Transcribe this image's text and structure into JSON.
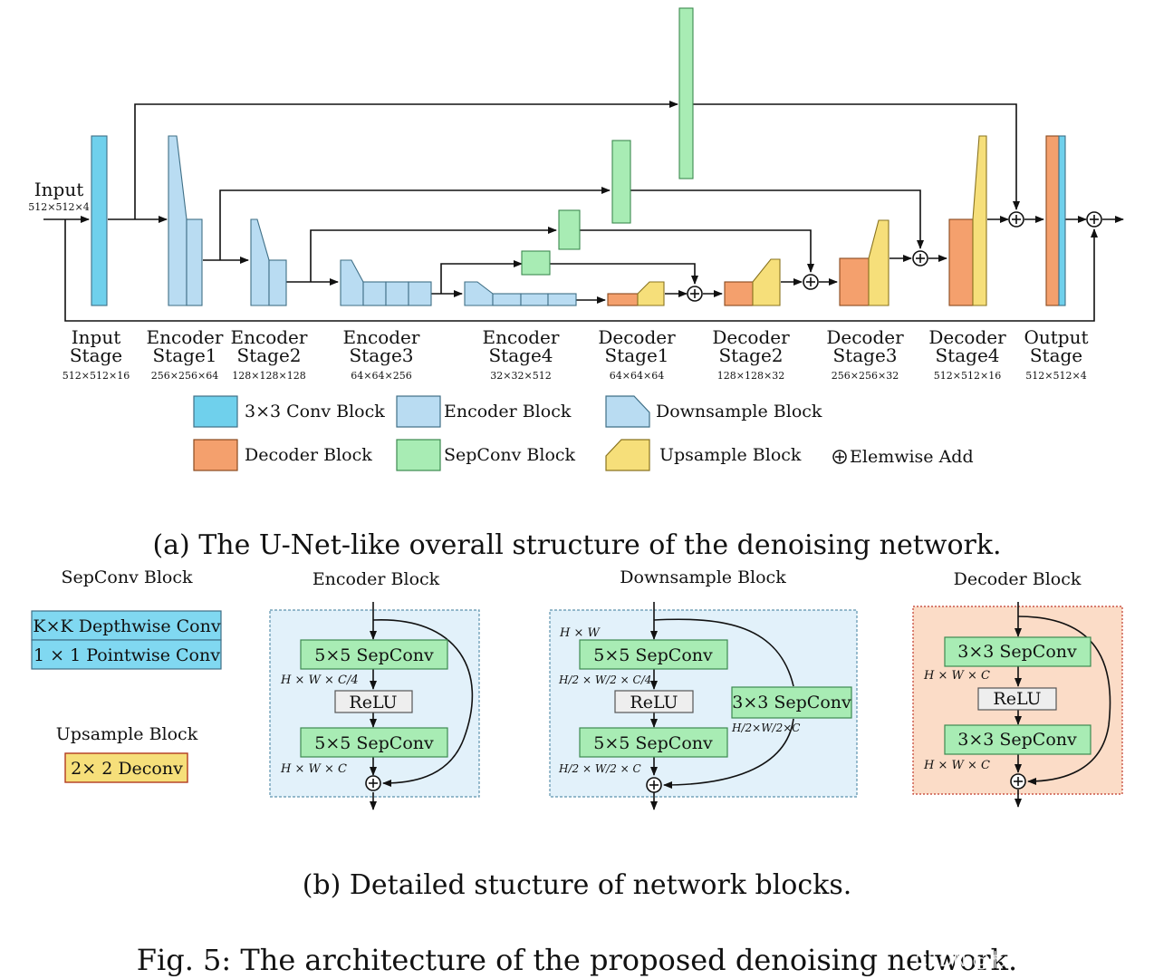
{
  "input": {
    "label": "Input",
    "dims": "512×512×4"
  },
  "stages": [
    {
      "line1": "Input",
      "line2": "Stage",
      "dims": "512×512×16"
    },
    {
      "line1": "Encoder",
      "line2": "Stage1",
      "dims": "256×256×64"
    },
    {
      "line1": "Encoder",
      "line2": "Stage2",
      "dims": "128×128×128"
    },
    {
      "line1": "Encoder",
      "line2": "Stage3",
      "dims": "64×64×256"
    },
    {
      "line1": "Encoder",
      "line2": "Stage4",
      "dims": "32×32×512"
    },
    {
      "line1": "Decoder",
      "line2": "Stage1",
      "dims": "64×64×64"
    },
    {
      "line1": "Decoder",
      "line2": "Stage2",
      "dims": "128×128×32"
    },
    {
      "line1": "Decoder",
      "line2": "Stage3",
      "dims": "256×256×32"
    },
    {
      "line1": "Decoder",
      "line2": "Stage4",
      "dims": "512×512×16"
    },
    {
      "line1": "Output",
      "line2": "Stage",
      "dims": "512×512×4"
    }
  ],
  "legend": {
    "conv": "3×3 Conv Block",
    "encoder": "Encoder Block",
    "downsample": "Downsample Block",
    "decoder": "Decoder Block",
    "sepconv": "SepConv Block",
    "upsample": "Upsample Block",
    "add": "Elemwise Add"
  },
  "caption_a": "(a) The U-Net-like overall structure of the denoising network.",
  "detail": {
    "sepconv": {
      "title": "SepConv Block",
      "row1": "K×K Depthwise Conv",
      "row2": "1 × 1 Pointwise Conv"
    },
    "upsample": {
      "title": "Upsample Block",
      "row1": "2× 2 Deconv"
    },
    "encoder": {
      "title": "Encoder Block",
      "conv1": "5×5 SepConv",
      "relu": "ReLU",
      "conv2": "5×5 SepConv",
      "dim1": "H × W × C/4",
      "dim2": "H × W × C"
    },
    "downsample": {
      "title": "Downsample Block",
      "dim0": "H × W",
      "conv1": "5×5 SepConv",
      "relu": "ReLU",
      "conv2": "5×5 SepConv",
      "side": "3×3 SepConv",
      "dim1": "H/2 × W/2 × C/4",
      "dim2": "H/2 × W/2 × C",
      "dim3": "H/2×W/2×C"
    },
    "decoder": {
      "title": "Decoder Block",
      "conv1": "3×3 SepConv",
      "relu": "ReLU",
      "conv2": "3×3 SepConv",
      "dim1": "H × W × C",
      "dim2": "H × W × C"
    }
  },
  "caption_b": "(b) Detailed stucture of network blocks.",
  "caption_fig": "Fig. 5: The architecture of the proposed denoising network.",
  "watermark": {
    "line1": "知乎 @Happy",
    "line2": "CSDN @杉洲抿嘴的薯片"
  },
  "colors": {
    "conv": "#6fd0ec",
    "encoder": "#b9dcf2",
    "decoder": "#f4a06d",
    "sepconv": "#a8ecb4",
    "upsample": "#f6df7a",
    "panel_blue": "#e2f1fa",
    "panel_orange": "#fbdcc7",
    "relu": "#eeeeee"
  }
}
